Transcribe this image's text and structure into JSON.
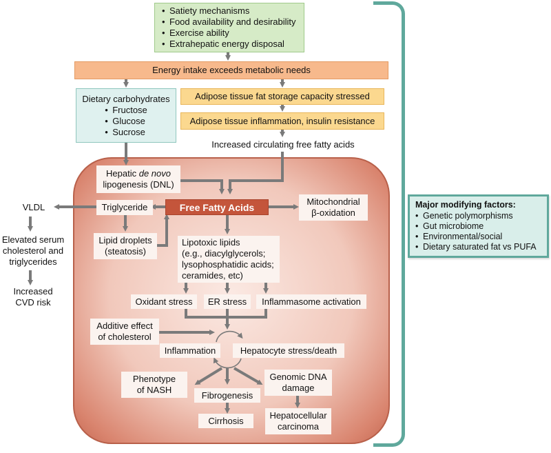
{
  "top_factors": [
    "Satiety mechanisms",
    "Food availability and desirability",
    "Exercise ability",
    "Extrahepatic energy disposal"
  ],
  "energy_intake": "Energy intake exceeds metabolic needs",
  "dietary_carbs": {
    "title": "Dietary carbohydrates",
    "items": [
      "Fructose",
      "Glucose",
      "Sucrose"
    ]
  },
  "adipose": {
    "stressed": "Adipose tissue fat storage capacity stressed",
    "inflammation": "Adipose tissue inflammation, insulin resistance"
  },
  "circulating_ffa": "Increased circulating free fatty acids",
  "dnl": {
    "line1_pre": "Hepatic ",
    "line1_em": "de novo",
    "line2": "lipogenesis (DNL)"
  },
  "triglyceride": "Triglyceride",
  "ffa": "Free Fatty Acids",
  "mito": {
    "line1": "Mitochondrial",
    "line2": "β-oxidation"
  },
  "vldl": "VLDL",
  "elevated_serum": {
    "line1": "Elevated serum",
    "line2": "cholesterol and",
    "line3": "triglycerides"
  },
  "cvd": {
    "line1": "Increased",
    "line2": "CVD risk"
  },
  "lipid_droplets": {
    "line1": "Lipid droplets",
    "line2": "(steatosis)"
  },
  "lipotoxic": {
    "line1": "Lipotoxic lipids",
    "line2": "(e.g., diacylglycerols;",
    "line3": "lysophosphatidic acids;",
    "line4": "ceramides, etc)"
  },
  "oxidant": "Oxidant stress",
  "er": "ER stress",
  "inflammasome": "Inflammasome activation",
  "cholesterol": {
    "line1": "Additive effect",
    "line2": "of cholesterol"
  },
  "inflammation": "Inflammation",
  "hepatocyte": "Hepatocyte stress/death",
  "phenotype": {
    "line1": "Phenotype",
    "line2": "of NASH"
  },
  "fibrogenesis": "Fibrogenesis",
  "genomic": {
    "line1": "Genomic DNA",
    "line2": "damage"
  },
  "cirrhosis": "Cirrhosis",
  "hcc": {
    "line1": "Hepatocellular",
    "line2": "carcinoma"
  },
  "modifying": {
    "title": "Major modifying factors:",
    "items": [
      "Genetic polymorphisms",
      "Gut microbiome",
      "Environmental/social",
      "Dietary saturated fat vs PUFA"
    ]
  },
  "colors": {
    "arrow": "#7a7a7a",
    "ffa_fill": "#c4553b",
    "energy_fill": "#f7b98c",
    "adipose_fill": "#fbd88f",
    "top_fill": "#d6ebc7",
    "carb_fill": "#dff1ef",
    "teal": "#5fa89c"
  }
}
